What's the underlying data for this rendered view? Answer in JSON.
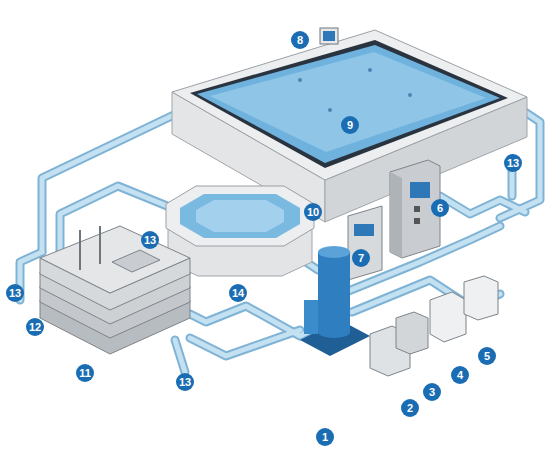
{
  "diagram": {
    "labels": [
      "8",
      "9",
      "13",
      "10",
      "6",
      "7",
      "13",
      "13",
      "12",
      "14",
      "11",
      "13",
      "1",
      "2",
      "3",
      "4",
      "5"
    ]
  }
}
